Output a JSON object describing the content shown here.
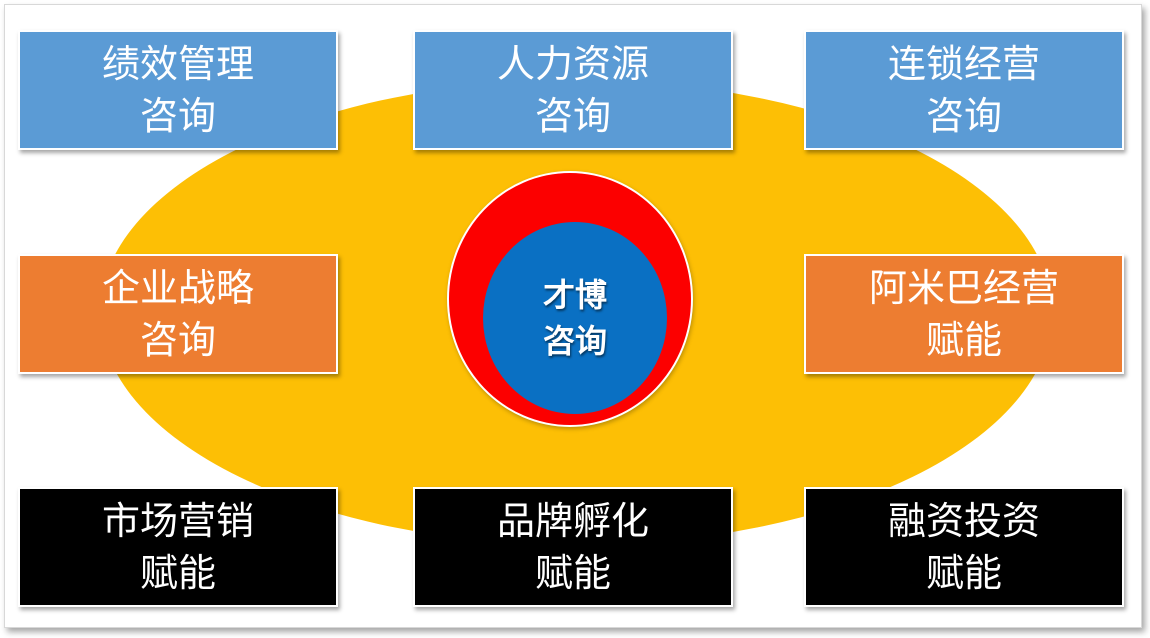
{
  "center": {
    "line1": "才博",
    "line2": "咨询"
  },
  "boxes": [
    {
      "line1": "绩效管理",
      "line2": "咨询",
      "color": "#5b9bd5"
    },
    {
      "line1": "人力资源",
      "line2": "咨询",
      "color": "#5b9bd5"
    },
    {
      "line1": "连锁经营",
      "line2": "咨询",
      "color": "#5b9bd5"
    },
    {
      "line1": "企业战略",
      "line2": "咨询",
      "color": "#ed7d31"
    },
    {
      "line1": "阿米巴经营",
      "line2": "赋能",
      "color": "#ed7d31"
    },
    {
      "line1": "市场营销",
      "line2": "赋能",
      "color": "#000000"
    },
    {
      "line1": "品牌孵化",
      "line2": "赋能",
      "color": "#000000"
    },
    {
      "line1": "融资投资",
      "line2": "赋能",
      "color": "#000000"
    }
  ],
  "colors": {
    "ellipse": "#fdbf05",
    "ring": "#fc0000",
    "core": "#0a70c3"
  }
}
